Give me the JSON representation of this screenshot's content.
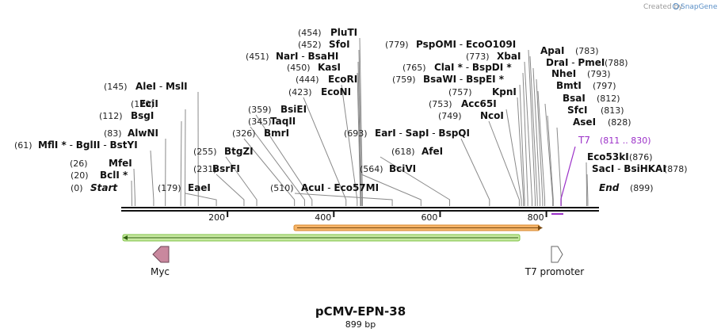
{
  "header": {
    "created_by": "Created by",
    "brand": "SnapGene"
  },
  "plasmid": {
    "name": "pCMV-EPN-38",
    "length_label": "899 bp",
    "length": 899
  },
  "ruler": {
    "ticks": [
      200,
      400,
      600,
      800
    ]
  },
  "start_label": {
    "pos": "(0)",
    "name": "Start"
  },
  "end_label": {
    "pos": "(899)",
    "name": "End"
  },
  "sites": [
    {
      "pos": "(20)",
      "bp": 20,
      "enzymes": [
        "BclI"
      ],
      "stars": [
        true
      ]
    },
    {
      "pos": "(26)",
      "bp": 26,
      "enzymes": [
        "MfeI"
      ],
      "stars": [
        false
      ]
    },
    {
      "pos": "(61)",
      "bp": 61,
      "enzymes": [
        "MflI",
        "BglII",
        "BstYI"
      ],
      "stars": [
        true,
        false,
        false
      ]
    },
    {
      "pos": "(83)",
      "bp": 83,
      "enzymes": [
        "AlwNI"
      ],
      "stars": [
        false
      ]
    },
    {
      "pos": "(112)",
      "bp": 112,
      "enzymes": [
        "BsgI"
      ],
      "stars": [
        false
      ]
    },
    {
      "pos": "(120)",
      "bp": 120,
      "enzymes": [
        "EciI"
      ],
      "stars": [
        false
      ]
    },
    {
      "pos": "(145)",
      "bp": 145,
      "enzymes": [
        "AleI",
        "MslI"
      ],
      "stars": [
        false,
        false
      ]
    },
    {
      "pos": "(179)",
      "bp": 179,
      "enzymes": [
        "EaeI"
      ],
      "stars": [
        false
      ]
    },
    {
      "pos": "(231)",
      "bp": 231,
      "enzymes": [
        "BsrFI"
      ],
      "stars": [
        false
      ]
    },
    {
      "pos": "(255)",
      "bp": 255,
      "enzymes": [
        "BtgZI"
      ],
      "stars": [
        false
      ]
    },
    {
      "pos": "(326)",
      "bp": 326,
      "enzymes": [
        "BmrI"
      ],
      "stars": [
        false
      ]
    },
    {
      "pos": "(345)",
      "bp": 345,
      "enzymes": [
        "TaqII"
      ],
      "stars": [
        false
      ]
    },
    {
      "pos": "(359)",
      "bp": 359,
      "enzymes": [
        "BsiEI"
      ],
      "stars": [
        false
      ]
    },
    {
      "pos": "(510)",
      "bp": 510,
      "enzymes": [
        "AcuI",
        "Eco57MI"
      ],
      "stars": [
        false,
        false
      ]
    },
    {
      "pos": "(423)",
      "bp": 423,
      "enzymes": [
        "EcoNI"
      ],
      "stars": [
        false
      ]
    },
    {
      "pos": "(444)",
      "bp": 444,
      "enzymes": [
        "EcoRI"
      ],
      "stars": [
        false
      ]
    },
    {
      "pos": "(450)",
      "bp": 450,
      "enzymes": [
        "KasI"
      ],
      "stars": [
        false
      ]
    },
    {
      "pos": "(451)",
      "bp": 451,
      "enzymes": [
        "NarI",
        "BsaHI"
      ],
      "stars": [
        false,
        false
      ]
    },
    {
      "pos": "(452)",
      "bp": 452,
      "enzymes": [
        "SfoI"
      ],
      "stars": [
        false
      ]
    },
    {
      "pos": "(454)",
      "bp": 454,
      "enzymes": [
        "PluTI"
      ],
      "stars": [
        false
      ]
    },
    {
      "pos": "(564)",
      "bp": 564,
      "enzymes": [
        "BciVI"
      ],
      "stars": [
        false
      ]
    },
    {
      "pos": "(618)",
      "bp": 618,
      "enzymes": [
        "AfeI"
      ],
      "stars": [
        false
      ]
    },
    {
      "pos": "(693)",
      "bp": 693,
      "enzymes": [
        "EarI",
        "SapI",
        "BspQI"
      ],
      "stars": [
        false,
        false,
        false
      ]
    },
    {
      "pos": "(749)",
      "bp": 749,
      "enzymes": [
        "NcoI"
      ],
      "stars": [
        false
      ]
    },
    {
      "pos": "(753)",
      "bp": 753,
      "enzymes": [
        "Acc65I"
      ],
      "stars": [
        false
      ]
    },
    {
      "pos": "(757)",
      "bp": 757,
      "enzymes": [
        "KpnI"
      ],
      "stars": [
        false
      ]
    },
    {
      "pos": "(759)",
      "bp": 759,
      "enzymes": [
        "BsaWI",
        "BspEI"
      ],
      "stars": [
        false,
        true
      ]
    },
    {
      "pos": "(765)",
      "bp": 765,
      "enzymes": [
        "ClaI",
        "BspDI"
      ],
      "stars": [
        true,
        true
      ]
    },
    {
      "pos": "(773)",
      "bp": 773,
      "enzymes": [
        "XbaI"
      ],
      "stars": [
        false
      ]
    },
    {
      "pos": "(779)",
      "bp": 779,
      "enzymes": [
        "PspOMI",
        "EcoO109I"
      ],
      "stars": [
        false,
        false
      ]
    },
    {
      "pos": "(783)",
      "bp": 783,
      "enzymes": [
        "ApaI"
      ],
      "stars": [
        false
      ]
    },
    {
      "pos": "(788)",
      "bp": 788,
      "enzymes": [
        "DraI",
        "PmeI"
      ],
      "stars": [
        false,
        false
      ]
    },
    {
      "pos": "(793)",
      "bp": 793,
      "enzymes": [
        "NheI"
      ],
      "stars": [
        false
      ]
    },
    {
      "pos": "(797)",
      "bp": 797,
      "enzymes": [
        "BmtI"
      ],
      "stars": [
        false
      ]
    },
    {
      "pos": "(812)",
      "bp": 812,
      "enzymes": [
        "BsaI"
      ],
      "stars": [
        false
      ]
    },
    {
      "pos": "(813)",
      "bp": 813,
      "enzymes": [
        "SfcI"
      ],
      "stars": [
        false
      ]
    },
    {
      "pos": "(828)",
      "bp": 828,
      "enzymes": [
        "AseI"
      ],
      "stars": [
        false
      ]
    },
    {
      "pos": "(876)",
      "bp": 876,
      "enzymes": [
        "Eco53kI"
      ],
      "stars": [
        false
      ]
    },
    {
      "pos": "(878)",
      "bp": 878,
      "enzymes": [
        "SacI",
        "BsiHKAI"
      ],
      "stars": [
        false,
        false
      ]
    }
  ],
  "primer_feature": {
    "name": "T7",
    "range": "(811 .. 830)",
    "start": 811,
    "end": 830,
    "color": "#9b30c8"
  },
  "features": [
    {
      "name": "Myc",
      "start": 0,
      "end": 746,
      "direction": "reverse",
      "bar_color": "#7dc242",
      "arrow_color": "#c9889e",
      "kind": "green-bar"
    },
    {
      "name": "T7 promoter",
      "start": 324,
      "end": 793,
      "direction": "forward",
      "bar_color": "#f5b469",
      "arrow_color": "#ffffff",
      "kind": "orange-bar"
    }
  ],
  "colors": {
    "backbone": "#111111",
    "site_line": "#8a8a8a",
    "star": "#111111"
  }
}
